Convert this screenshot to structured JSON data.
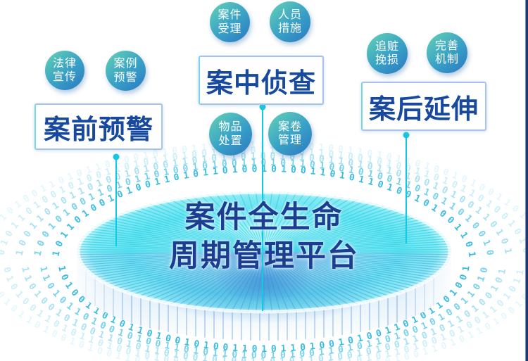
{
  "platform": {
    "title_lines": [
      "案件全生命",
      "周期管理平台"
    ]
  },
  "phases": [
    {
      "label": "案前预警"
    },
    {
      "label": "案中侦查"
    },
    {
      "label": "案后延伸"
    }
  ],
  "bubbles": [
    {
      "lines": [
        "法律",
        "宣传"
      ]
    },
    {
      "lines": [
        "案例",
        "预警"
      ]
    },
    {
      "lines": [
        "案件",
        "受理"
      ]
    },
    {
      "lines": [
        "人员",
        "措施"
      ]
    },
    {
      "lines": [
        "物品",
        "处置"
      ]
    },
    {
      "lines": [
        "案卷",
        "管理"
      ]
    },
    {
      "lines": [
        "追赃",
        "挽损"
      ]
    },
    {
      "lines": [
        "完善",
        "机制"
      ]
    }
  ],
  "decor": {
    "binary_pattern": "1011010010100110",
    "ring_colors": [
      "#2fb9e0",
      "#55c7e8",
      "#7dd2ec",
      "#9fdff2",
      "#c3ecf8"
    ],
    "connector_color": "#12c8e2",
    "ray_color_top": "#1fcde4",
    "ray_color_bottom": "#4a93da",
    "bubble_gradient_start": "#5ecbb7",
    "bubble_gradient_end": "#2e7cc2",
    "box_text_color": "#17499e",
    "platform_text_color": "#1c3e92",
    "page_edge_color": "#203a66"
  }
}
